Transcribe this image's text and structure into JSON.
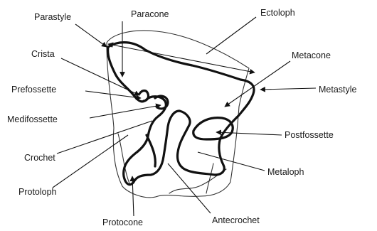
{
  "labels": {
    "parastyle": "Parastyle",
    "paracone": "Paracone",
    "ectoloph": "Ectoloph",
    "crista": "Crista",
    "metacone": "Metacone",
    "prefossette": "Prefossette",
    "metastyle": "Metastyle",
    "medifossette": "Medifossette",
    "postfossette": "Postfossette",
    "crochet": "Crochet",
    "metaloph": "Metaloph",
    "protoloph": "Protoloph",
    "protocone": "Protocone",
    "antecrochet": "Antecrochet"
  }
}
